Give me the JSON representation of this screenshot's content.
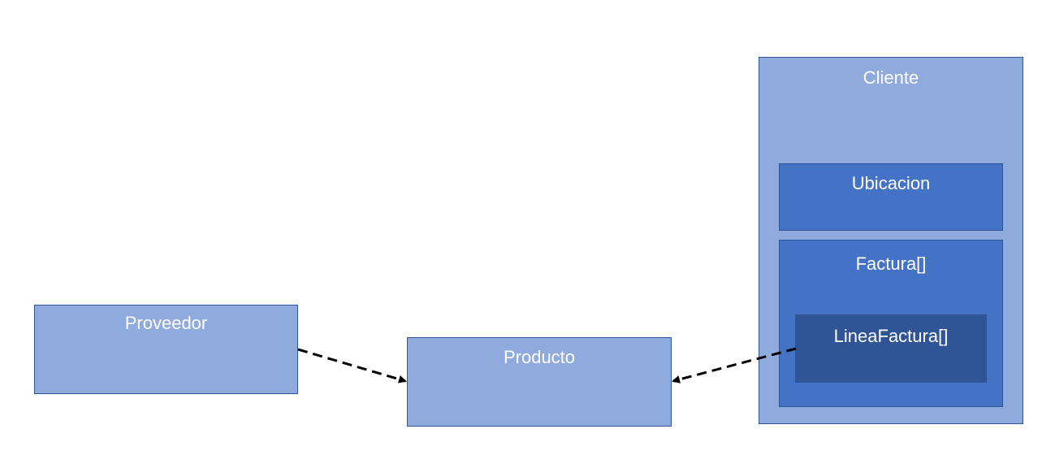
{
  "diagram": {
    "nodes": {
      "proveedor": {
        "label": "Proveedor"
      },
      "producto": {
        "label": "Producto"
      },
      "cliente": {
        "label": "Cliente"
      },
      "ubicacion": {
        "label": "Ubicacion"
      },
      "factura": {
        "label": "Factura[]"
      },
      "linea_factura": {
        "label": "LineaFactura[]"
      }
    },
    "edges": [
      {
        "from": "Proveedor",
        "to": "Producto",
        "style": "dashed"
      },
      {
        "from": "LineaFactura[]",
        "to": "Producto",
        "style": "dashed"
      }
    ],
    "colors": {
      "light_fill": "#8faadc",
      "mid_fill": "#4472c4",
      "dark_fill": "#2f5597",
      "border": "#2f5597",
      "text": "#ffffff",
      "connector": "#000000"
    }
  }
}
